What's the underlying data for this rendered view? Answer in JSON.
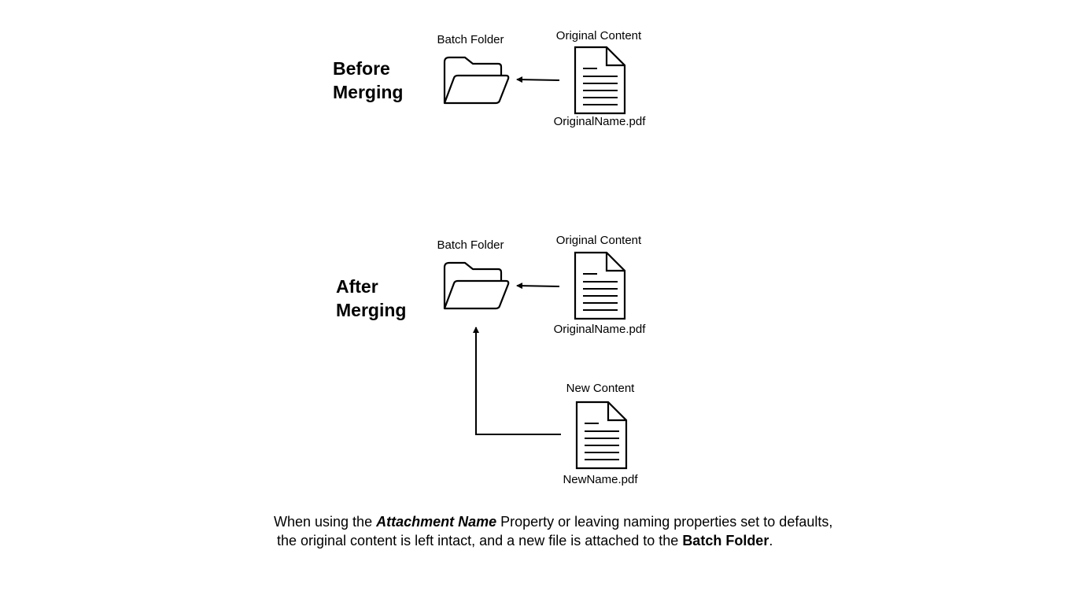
{
  "before": {
    "heading_line1": "Before",
    "heading_line2": "Merging",
    "folder_label": "Batch Folder",
    "content_label": "Original Content",
    "file_name": "OriginalName.pdf"
  },
  "after": {
    "heading_line1": "After",
    "heading_line2": "Merging",
    "folder_label": "Batch Folder",
    "content_label": "Original Content",
    "file_name": "OriginalName.pdf",
    "new_content_label": "New Content",
    "new_file_name": "NewName.pdf"
  },
  "caption": {
    "part1": "When using the ",
    "emphasis": "Attachment Name",
    "part2": " Property or leaving naming properties set to defaults,",
    "part3": "the original content is left intact, and a new file is attached to the ",
    "bold": "Batch Folder",
    "part4": "."
  },
  "icons": {
    "folder": "open-folder-icon",
    "document": "document-icon",
    "arrow": "arrow-left-icon"
  }
}
